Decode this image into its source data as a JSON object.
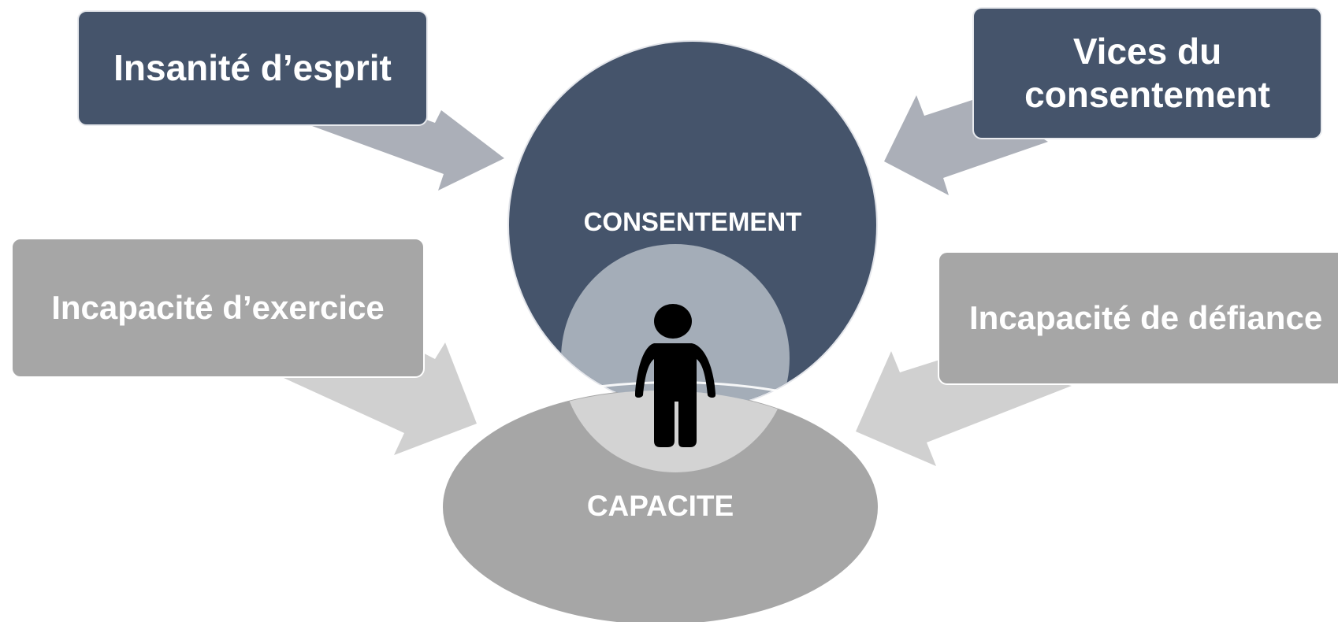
{
  "diagram": {
    "consent_label": "CONSENTEMENT",
    "capacity_label": "CAPACITE",
    "boxes": [
      {
        "label": "Insanité d’esprit"
      },
      {
        "label": "Vices du consentement"
      },
      {
        "label": "Incapacité d’exercice"
      },
      {
        "label": "Incapacité de défiance"
      }
    ],
    "icons": {
      "person": "person-icon",
      "arrow": "arrow-icon"
    }
  },
  "colors": {
    "dark_navy": "#45546b",
    "grey": "#a6a6a6",
    "arrow_dark": "#abafb8",
    "arrow_light": "#d0d0d0",
    "inner_light": "#a4adb8",
    "overlap": "#d3d3d3",
    "person": "#000000",
    "text": "#ffffff"
  }
}
